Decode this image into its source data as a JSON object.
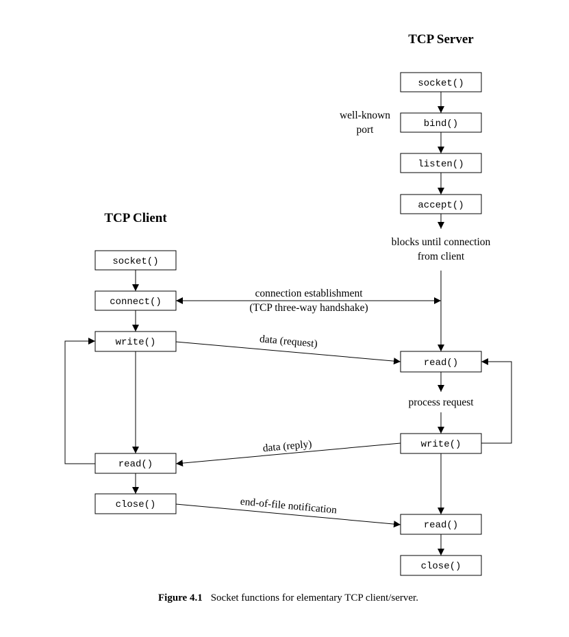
{
  "server": {
    "title": "TCP Server",
    "socket": "socket()",
    "bind": "bind()",
    "listen": "listen()",
    "accept": "accept()",
    "read": "read()",
    "write": "write()",
    "read_eof": "read()",
    "close": "close()"
  },
  "client": {
    "title": "TCP Client",
    "socket": "socket()",
    "connect": "connect()",
    "write": "write()",
    "read": "read()",
    "close": "close()"
  },
  "labels": {
    "well_known_1": "well-known",
    "well_known_2": "port",
    "blocks_1": "blocks until connection",
    "blocks_2": "from client",
    "conn_1": "connection establishment",
    "conn_2": "(TCP three-way handshake)",
    "data_request": "data (request)",
    "process_request": "process request",
    "data_reply": "data (reply)",
    "eof": "end-of-file notification"
  },
  "caption": {
    "label": "Figure 4.1",
    "text": "Socket functions for elementary TCP client/server."
  }
}
